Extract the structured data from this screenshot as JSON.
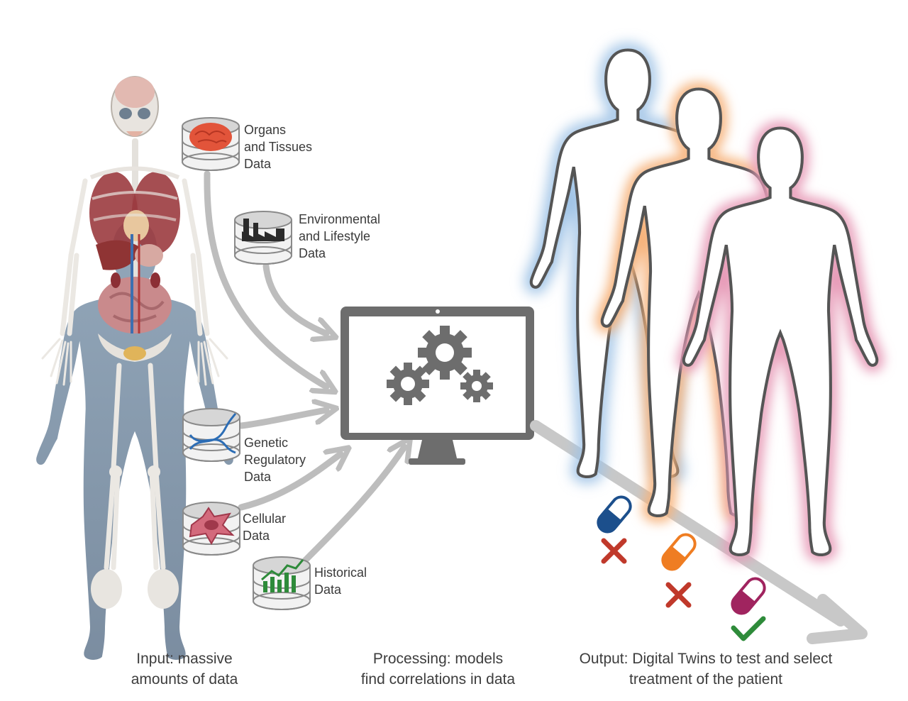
{
  "sources": [
    {
      "label": "Organs\nand Tissues\nData",
      "icon": "brain-icon"
    },
    {
      "label": "Environmental\nand Lifestyle\nData",
      "icon": "factory-icon"
    },
    {
      "label": "Genetic\nRegulatory\nData",
      "icon": "dna-icon"
    },
    {
      "label": "Cellular\nData",
      "icon": "cell-icon"
    },
    {
      "label": "Historical\nData",
      "icon": "bar-chart-icon"
    }
  ],
  "captions": {
    "input": "Input: massive\namounts of data",
    "processing": "Processing: models\nfind correlations in data",
    "output": "Output: Digital Twins to test and select\ntreatment of the patient"
  },
  "colors": {
    "arrow": "#bdbdbd",
    "monitor": "#6d6d6d",
    "twin_glow": [
      "#9fc3e6",
      "#f6b27a",
      "#e79bb8"
    ],
    "pill": [
      "#1c4f8c",
      "#ef7d22",
      "#a0245f"
    ],
    "reject": "#c0392b",
    "accept": "#2e8b3a",
    "body_tint": "#5f7d99"
  },
  "trials": [
    {
      "pill": "blue-pill-icon",
      "result": "reject"
    },
    {
      "pill": "orange-pill-icon",
      "result": "reject"
    },
    {
      "pill": "magenta-pill-icon",
      "result": "accept"
    }
  ]
}
